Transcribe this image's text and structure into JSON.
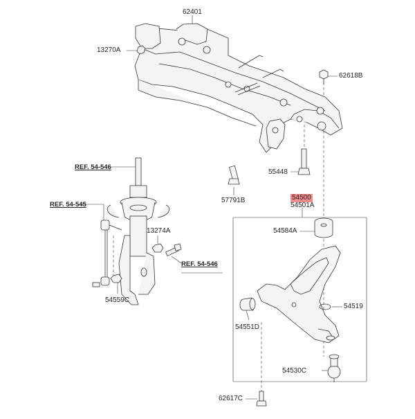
{
  "diagram": {
    "labels": {
      "crossmember": "62401",
      "nut_13270a": "13270A",
      "bolt_62618b": "62618B",
      "bolt_55448": "55448",
      "bolt_57791b": "57791B",
      "part_54500": "54500",
      "part_54501a": "54501A",
      "bushing_54584a": "54584A",
      "ring_54519": "54519",
      "bushing_54551d": "54551D",
      "balljoint_54530c": "54530C",
      "bolt_62617c": "62617C",
      "nut_13274a": "13274A",
      "link_54559c": "54559C",
      "ref_strut": "REF. 54-546",
      "ref_stabilizer": "REF. 54-545",
      "ref_strut_bolt": "REF. 54-546"
    },
    "highlight_color": "#f28c8c",
    "line_color": "#333333",
    "part_fill": "#f4f4f4"
  }
}
